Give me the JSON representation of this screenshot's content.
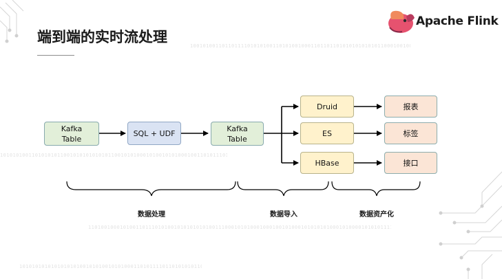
{
  "slide": {
    "title": "端到端的实时流处理",
    "brand": "Apache Flink",
    "binary_rows": [
      "1001010011011011110101010011010100100011011011010101010101011000100100010110111011010101010010100110",
      "1010101001101010101100101010101010110010101000101001010100010011010111011010101000110",
      "1101001000101001101110101001010101010100111000101010001000100101000101010101000101000010101011110011",
      "1010101010101010101001010100101010001101011110110101010110"
    ]
  },
  "diagram": {
    "nodes": {
      "kafka_in": "Kafka\nTable",
      "sql_udf": "SQL + UDF",
      "kafka_out": "Kafka\nTable",
      "druid": "Druid",
      "es": "ES",
      "hbase": "HBase",
      "report": "报表",
      "tag": "标签",
      "interface": "接口"
    },
    "groups": {
      "processing": "数据处理",
      "import": "数据导入",
      "asset": "数据资产化"
    }
  }
}
